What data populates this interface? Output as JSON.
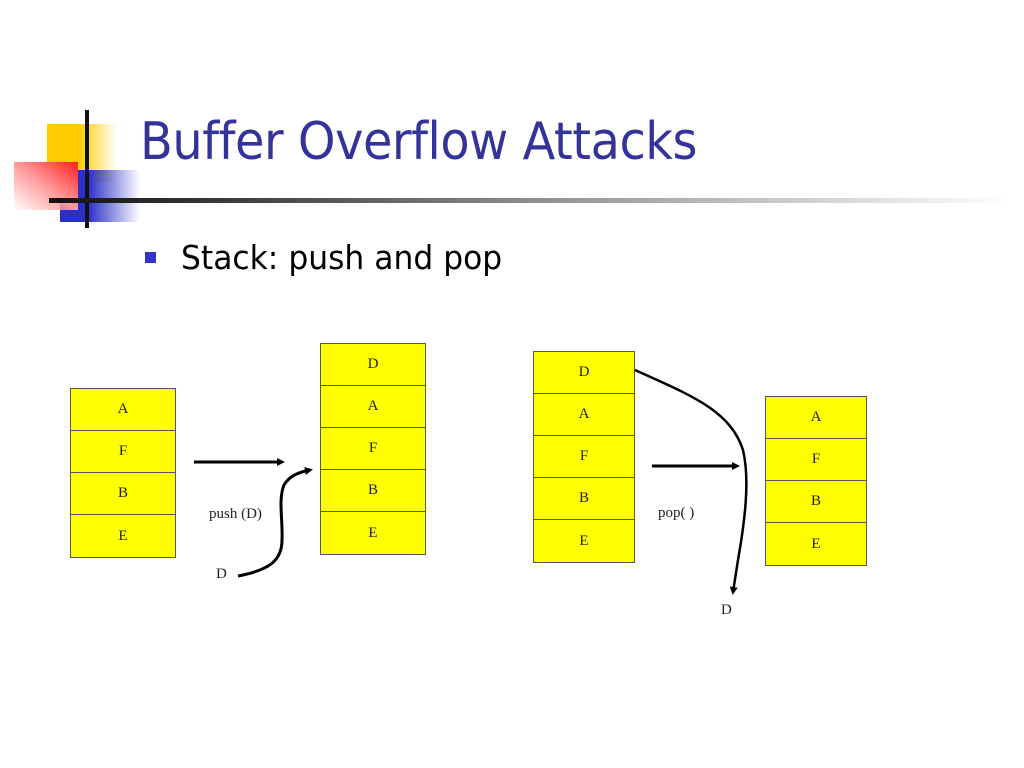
{
  "slide": {
    "title": "Buffer Overflow Attacks",
    "bullets": [
      "Stack: push and pop"
    ]
  },
  "diagram": {
    "push": {
      "before": [
        "A",
        "F",
        "B",
        "E"
      ],
      "after": [
        "D",
        "A",
        "F",
        "B",
        "E"
      ],
      "operation_label": "push (D)",
      "element_label": "D"
    },
    "pop": {
      "before": [
        "D",
        "A",
        "F",
        "B",
        "E"
      ],
      "after": [
        "A",
        "F",
        "B",
        "E"
      ],
      "operation_label": "pop( )",
      "element_label": "D"
    }
  },
  "colors": {
    "title": "#333399",
    "bullet": "#3333cc",
    "stack_fill": "#ffff00"
  }
}
